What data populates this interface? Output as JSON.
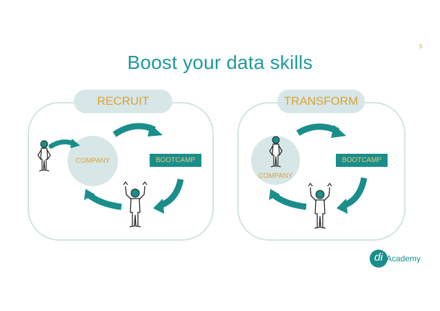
{
  "slide": {
    "page_number": "5",
    "title": "Boost your data skills"
  },
  "panels": {
    "left": {
      "heading": "RECRUIT",
      "company_label": "COMPANY",
      "bootcamp_label": "BOOTCAMP"
    },
    "right": {
      "heading": "TRANSFORM",
      "company_label": "COMPANY",
      "bootcamp_label": "BOOTCAMP"
    }
  },
  "logo": {
    "mark": "di",
    "text": "Academy"
  },
  "colors": {
    "teal": "#1a8e8a",
    "title_teal": "#1f9a9a",
    "gold": "#d9a238",
    "light_teal": "#d7e6e6",
    "panel_border": "#d2e3e3"
  },
  "icons": [
    "person-icon",
    "cheering-person-icon",
    "curved-arrow-icon"
  ]
}
